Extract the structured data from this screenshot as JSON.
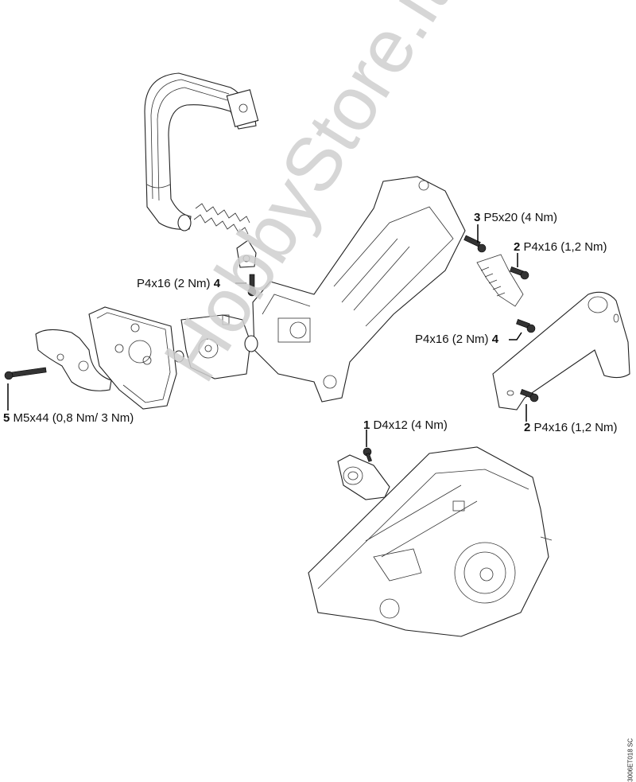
{
  "diagram": {
    "title": "Exploded parts view - handle, carburetor and crankcase assembly",
    "watermark": "HobbyStore.it",
    "drawing_code": "3006ET018 SC",
    "callouts": [
      {
        "number": "3",
        "spec": "P5x20 (4 Nm)"
      },
      {
        "number": "2",
        "spec": "P4x16 (1,2 Nm)"
      },
      {
        "number": "4",
        "spec": "P4x16 (2 Nm)"
      },
      {
        "number": "4",
        "spec": "P4x16 (2 Nm)"
      },
      {
        "number": "5",
        "spec": "M5x44 (0,8 Nm/ 3 Nm)"
      },
      {
        "number": "1",
        "spec": "D4x12 (4 Nm)"
      },
      {
        "number": "2",
        "spec": "P4x16 (1,2 Nm)"
      }
    ],
    "parts": [
      "front-handle-bar",
      "handle-spring",
      "spring-mount",
      "rear-handle-housing",
      "carburetor",
      "air-filter-base",
      "throttle-trigger-cover",
      "rear-handle-cap",
      "annular-buffer",
      "intake-manifold",
      "crankcase-engine-block"
    ]
  }
}
